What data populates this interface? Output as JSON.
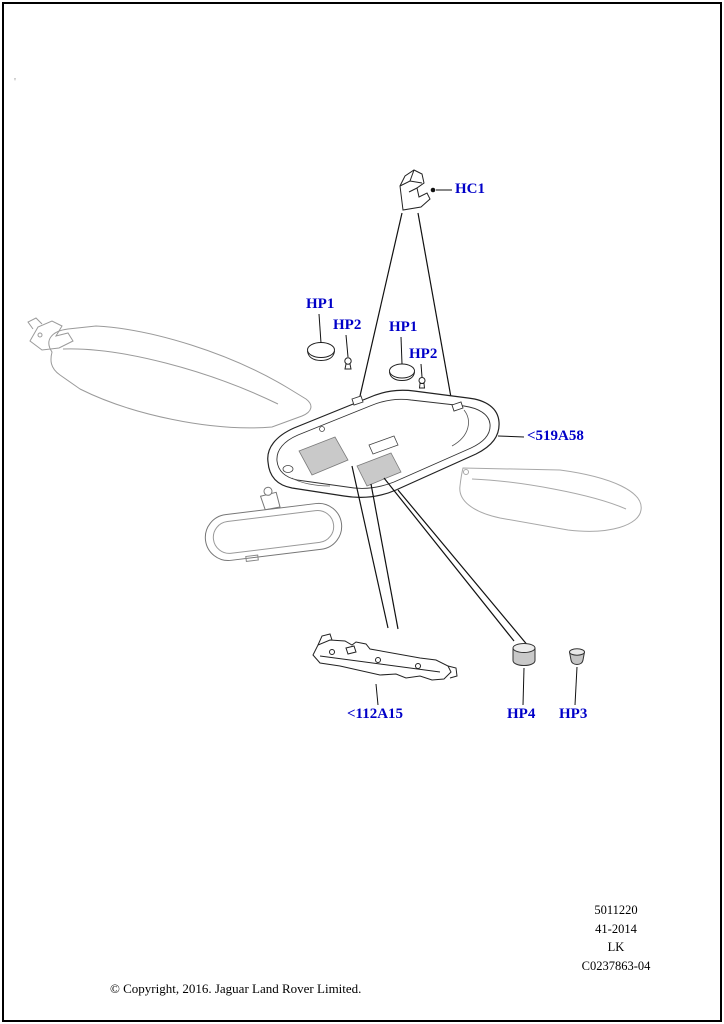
{
  "page": {
    "stray_mark": "'"
  },
  "diagram": {
    "callouts": {
      "hc1": {
        "text": "HC1"
      },
      "hp1_visor": {
        "text": "HP1"
      },
      "hp2_visor": {
        "text": "HP2"
      },
      "hp1_console": {
        "text": "HP1"
      },
      "hp2_console": {
        "text": "HP2"
      },
      "console": {
        "text": "<519A58"
      },
      "bracket": {
        "text": "<112A15"
      },
      "hp4": {
        "text": "HP4"
      },
      "hp3": {
        "text": "HP3"
      }
    }
  },
  "footer": {
    "copyright": "© Copyright, 2016. Jaguar Land Rover Limited."
  },
  "reference": {
    "part_number": "5011220",
    "date_code": "41-2014",
    "plant_code": "LK",
    "drawing_number": "C0237863-04"
  },
  "colors": {
    "callout_blue": "#0000C8",
    "line_black": "#222222",
    "sketch_gray": "#9a9a9a",
    "lens_gray": "#c9c9c9"
  }
}
